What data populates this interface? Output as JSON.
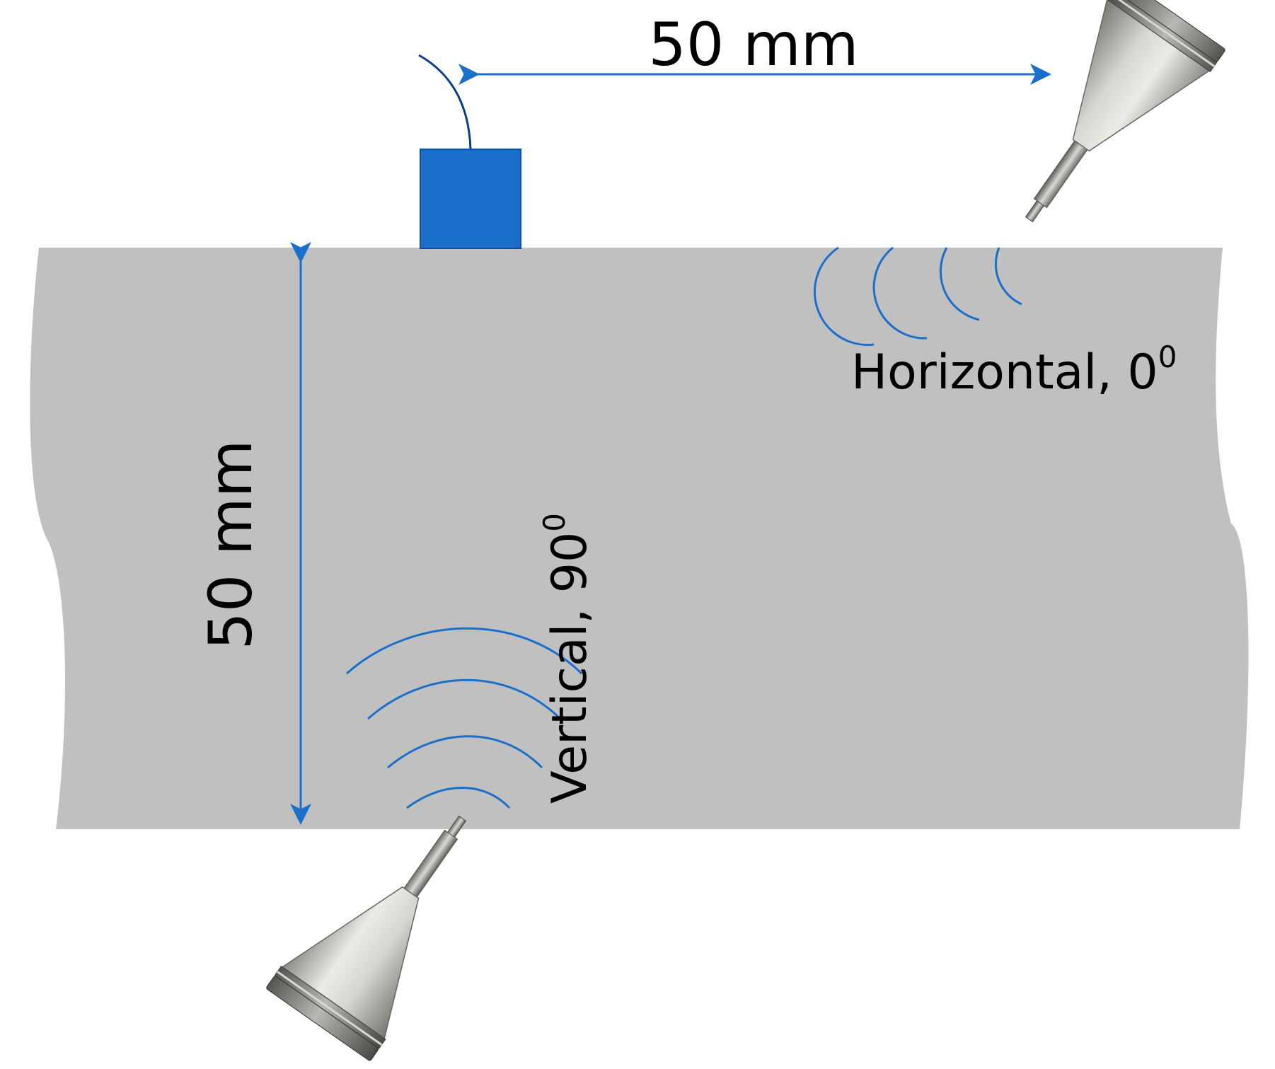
{
  "colors": {
    "specimen": "#c0c0c0",
    "accent": "#1a6fca",
    "sensor": "#1a6fca",
    "text": "#000000",
    "background": "#ffffff"
  },
  "dimensions": {
    "horizontal_distance": "50 mm",
    "vertical_distance": "50 mm"
  },
  "labels": {
    "horizontal": {
      "text": "Horizontal, 0",
      "superscript": "0"
    },
    "vertical": {
      "text": "Vertical, 90",
      "superscript": "0"
    }
  },
  "elements": {
    "sensor": "fixed-sensor-block",
    "probes": [
      "cone-probe-top-right",
      "cone-probe-bottom-left"
    ]
  }
}
